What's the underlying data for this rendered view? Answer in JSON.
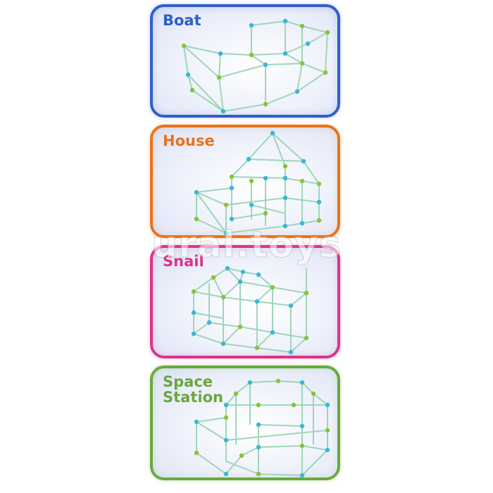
{
  "colors": {
    "boat": "#2f5fc8",
    "house": "#e8731c",
    "snail": "#d9358b",
    "space": "#6aa83c",
    "rod": "#9ed6b8",
    "node_blue": "#3ab7d6",
    "node_green": "#8ac23a"
  },
  "cards": {
    "boat": {
      "title": "Boat"
    },
    "house": {
      "title": "House"
    },
    "snail": {
      "title": "Snail"
    },
    "space": {
      "title": "Space\nStation"
    }
  },
  "watermark": {
    "text": "ural.toys"
  }
}
